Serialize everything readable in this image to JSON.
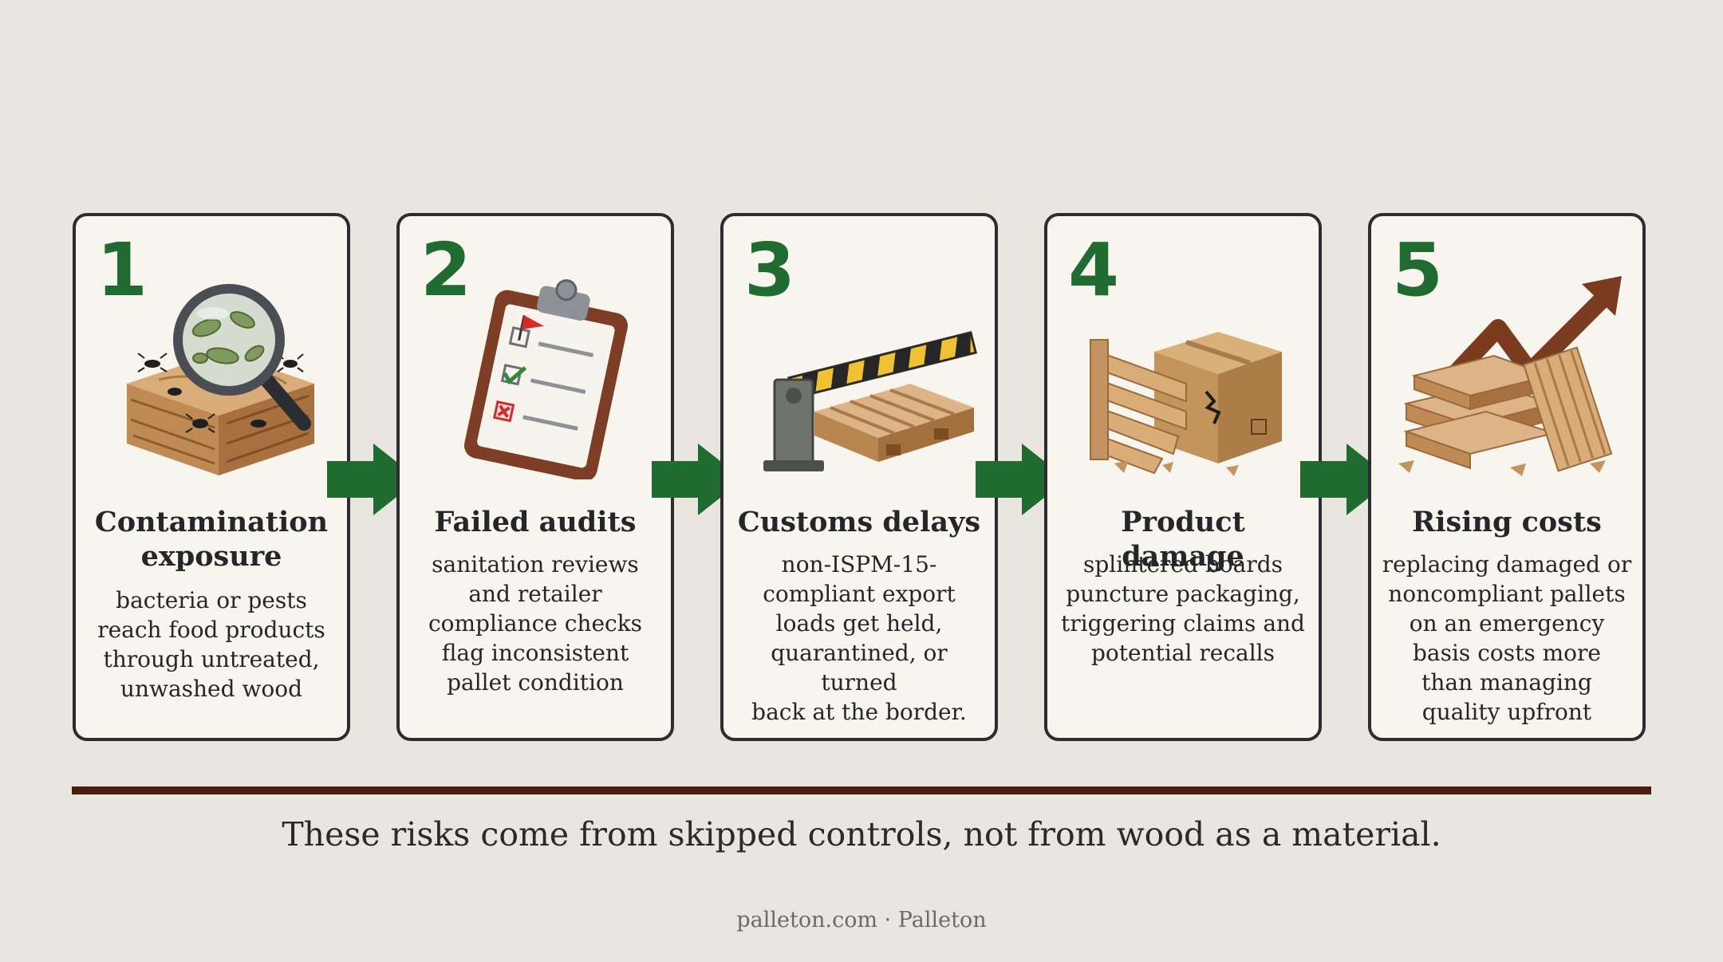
{
  "steps": [
    {
      "number": "1",
      "title_lines": [
        "Contamination",
        "exposure"
      ],
      "desc_lines": [
        "bacteria or pests",
        "reach food products",
        "through untreated,",
        "unwashed wood"
      ],
      "icon": "magnifier-bacteria-wood-icon"
    },
    {
      "number": "2",
      "title_lines": [
        "Failed audits"
      ],
      "desc_lines": [
        "sanitation reviews",
        "and retailer",
        "compliance checks",
        "flag inconsistent",
        "pallet condition"
      ],
      "icon": "clipboard-checklist-icon"
    },
    {
      "number": "3",
      "title_lines": [
        "Customs delays"
      ],
      "desc_lines": [
        "non-ISPM-15-",
        "compliant export",
        "loads get held,",
        "quarantined, or turned",
        "back at the border."
      ],
      "icon": "border-barrier-pallet-icon"
    },
    {
      "number": "4",
      "title_lines": [
        "Product damage"
      ],
      "desc_lines": [
        "splintered boards",
        "puncture packaging,",
        "triggering claims and",
        "potential recalls"
      ],
      "icon": "broken-pallet-box-icon"
    },
    {
      "number": "5",
      "title_lines": [
        "Rising costs"
      ],
      "desc_lines": [
        "replacing damaged or",
        "noncompliant pallets",
        "on an emergency",
        "basis costs more",
        "than managing",
        "quality upfront"
      ],
      "icon": "rising-arrow-pallets-icon"
    }
  ],
  "footer": {
    "message": "These risks come from skipped controls, not from wood as a material.",
    "source": "palleton.com · Palleton"
  },
  "colors": {
    "background": "#e9e5df",
    "card": "#f8f5ef",
    "border": "#2b2d30",
    "accent_green": "#1f6b30",
    "rule_brown": "#4a1e0e"
  }
}
